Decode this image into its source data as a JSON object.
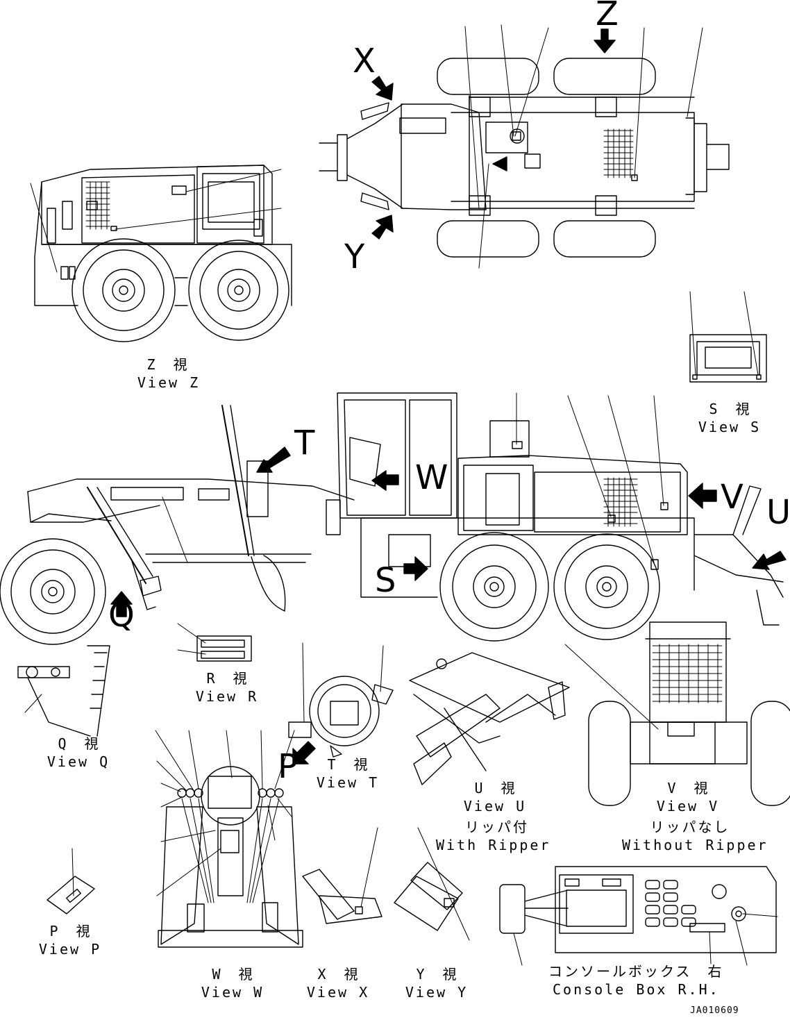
{
  "views": {
    "z": {
      "jp": "Z　視",
      "en": "View Z"
    },
    "s": {
      "jp": "S　視",
      "en": "View S"
    },
    "r": {
      "jp": "R　視",
      "en": "View R"
    },
    "q": {
      "jp": "Q　視",
      "en": "View Q"
    },
    "t": {
      "jp": "T　視",
      "en": "View T"
    },
    "u": {
      "jp": "U　視",
      "en": "View U",
      "note_jp": "リッパ付",
      "note_en": "With Ripper"
    },
    "v": {
      "jp": "V　視",
      "en": "View V",
      "note_jp": "リッパなし",
      "note_en": "Without Ripper"
    },
    "p": {
      "jp": "P　視",
      "en": "View P"
    },
    "w": {
      "jp": "W　視",
      "en": "View W"
    },
    "x": {
      "jp": "X　視",
      "en": "View X"
    },
    "y": {
      "jp": "Y　視",
      "en": "View Y"
    }
  },
  "console": {
    "jp": "コンソールボックス　右",
    "en": "Console Box R.H."
  },
  "arrow_letters": {
    "z": "Z",
    "x": "X",
    "y": "Y",
    "t": "T",
    "w": "W",
    "v": "V",
    "u": "U",
    "q": "Q",
    "s": "S",
    "p": "P"
  },
  "drawing_code": "JA010609"
}
